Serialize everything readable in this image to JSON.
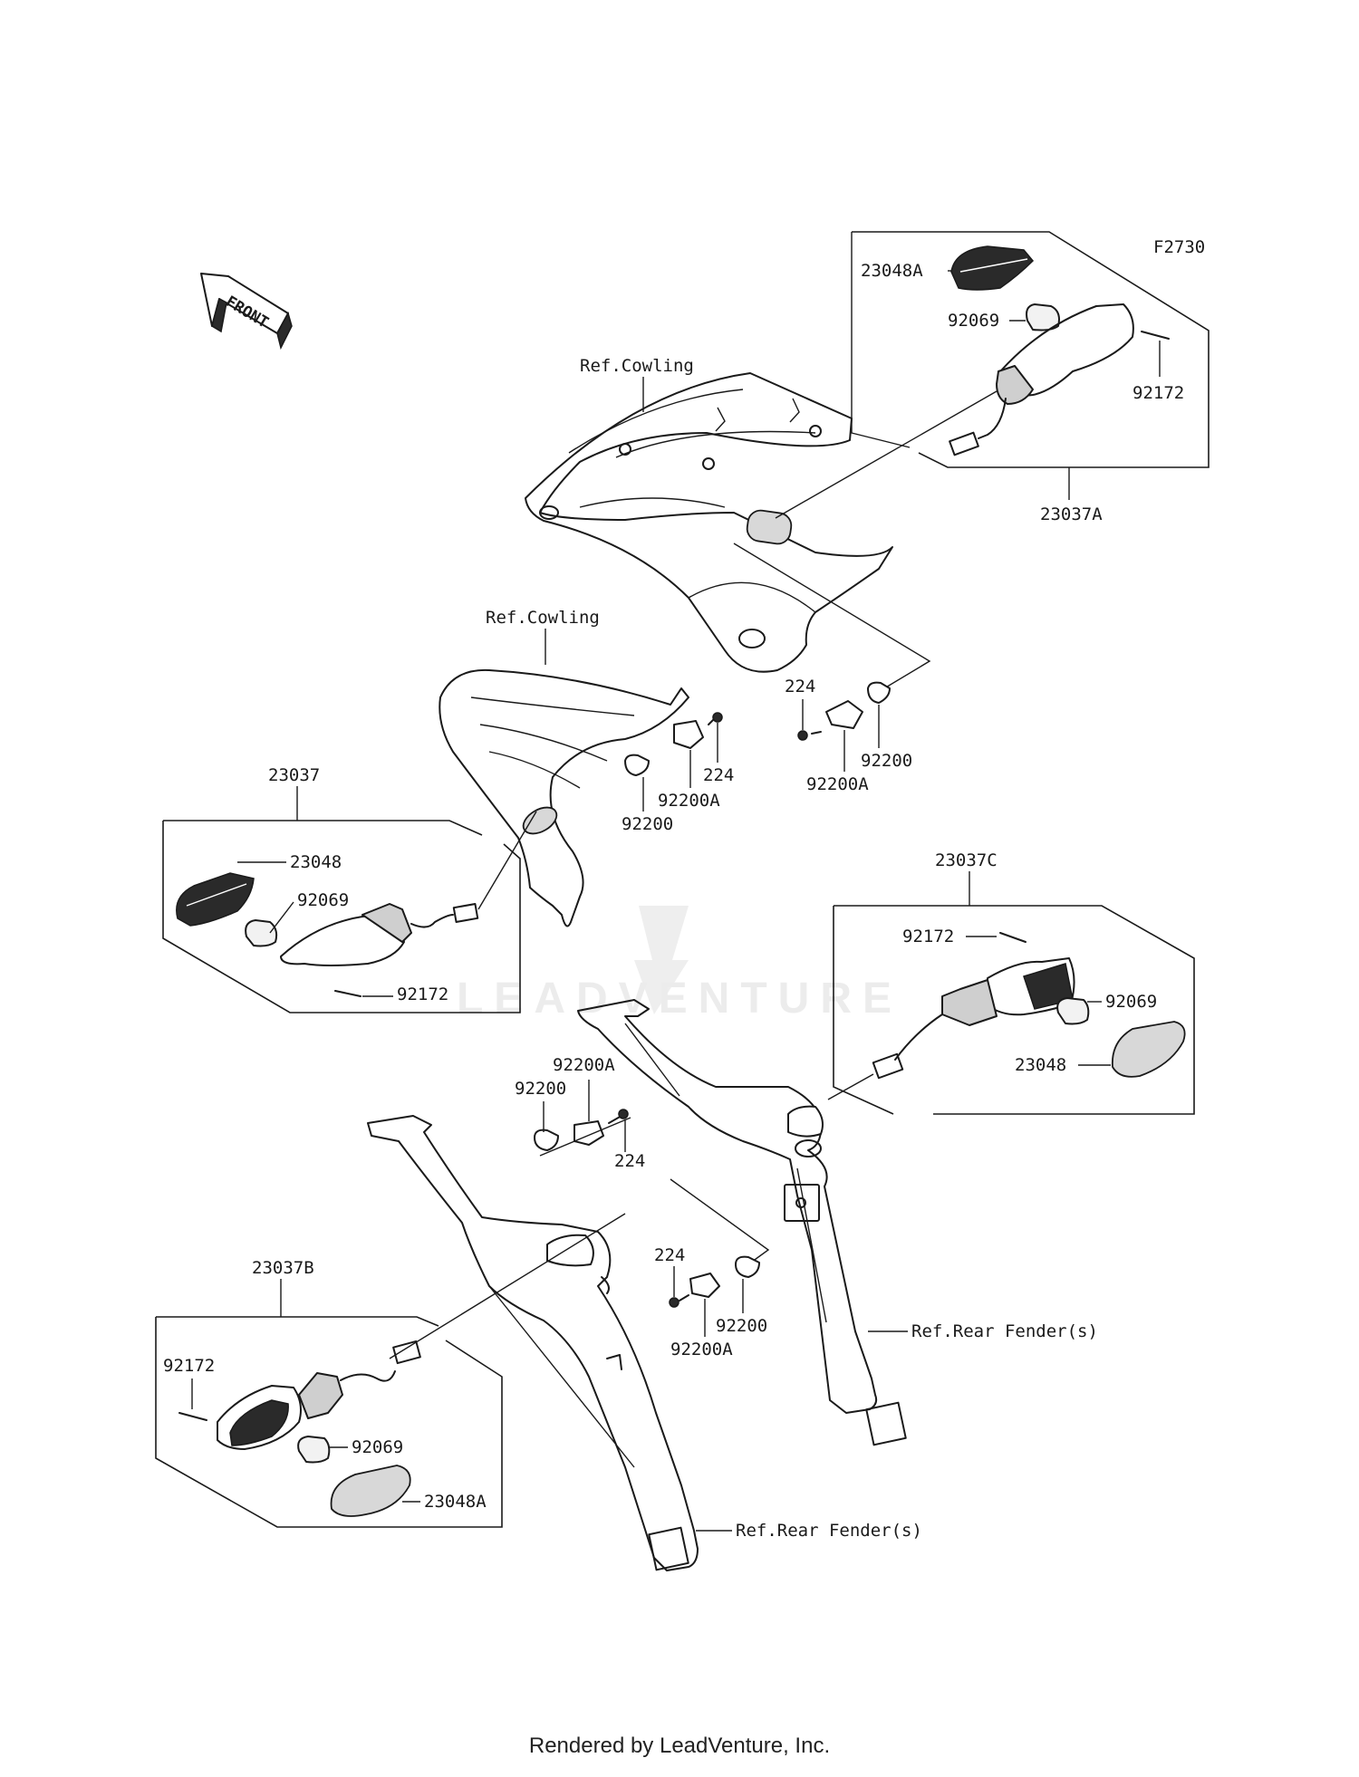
{
  "diagram_code": "F2730",
  "front_label": "FRONT",
  "watermark": "LEADVENTURE",
  "footer": "Rendered by LeadVenture, Inc.",
  "labels": {
    "ref_cowling_upper": "Ref.Cowling",
    "ref_cowling_lower": "Ref.Cowling",
    "ref_rear_fender_right": "Ref.Rear Fender(s)",
    "ref_rear_fender_left": "Ref.Rear Fender(s)"
  },
  "assemblies": {
    "front_right": {
      "part": "23037A",
      "lens": "23048A",
      "bulb": "92069",
      "screw": "92172"
    },
    "front_left": {
      "part": "23037",
      "lens": "23048",
      "bulb": "92069",
      "screw": "92172"
    },
    "rear_right": {
      "part": "23037C",
      "lens": "23048",
      "bulb": "92069",
      "screw": "92172"
    },
    "rear_left": {
      "part": "23037B",
      "lens": "23048A",
      "bulb": "92069",
      "screw": "92172"
    }
  },
  "mounts": {
    "front_right": {
      "bolt": "224",
      "plate": "92200",
      "bracket": "92200A"
    },
    "front_left": {
      "bolt": "224",
      "plate": "92200",
      "bracket": "92200A"
    },
    "rear_left": {
      "bolt": "224",
      "plate": "92200",
      "bracket": "92200A"
    },
    "rear_right": {
      "bolt": "224",
      "plate": "92200",
      "bracket": "92200A"
    }
  }
}
